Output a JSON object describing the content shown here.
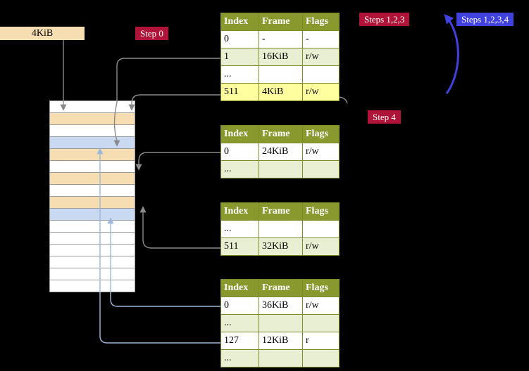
{
  "memory_label": {
    "text": "4KiB"
  },
  "badges": {
    "step0": {
      "label": "Step 0",
      "color": "#b01338"
    },
    "steps123": {
      "label": "Steps 1,2,3",
      "color": "#b01338"
    },
    "steps1234": {
      "label": "Steps 1,2,3,4",
      "color": "#4141e0"
    },
    "step4": {
      "label": "Step 4",
      "color": "#b01338"
    }
  },
  "tables": [
    {
      "id": "l4",
      "headers": [
        "Index",
        "Frame",
        "Flags"
      ],
      "rows": [
        {
          "cells": [
            "0",
            "-",
            "-"
          ],
          "bg": "white"
        },
        {
          "cells": [
            "1",
            "16KiB",
            "r/w"
          ],
          "bg": "green"
        },
        {
          "cells": [
            "...",
            "",
            ""
          ],
          "bg": "white"
        },
        {
          "cells": [
            "511",
            "4KiB",
            "r/w"
          ],
          "bg": "yellow"
        }
      ]
    },
    {
      "id": "l3",
      "headers": [
        "Index",
        "Frame",
        "Flags"
      ],
      "rows": [
        {
          "cells": [
            "0",
            "24KiB",
            "r/w"
          ],
          "bg": "white"
        },
        {
          "cells": [
            "...",
            "",
            ""
          ],
          "bg": "green"
        }
      ]
    },
    {
      "id": "l2",
      "headers": [
        "Index",
        "Frame",
        "Flags"
      ],
      "rows": [
        {
          "cells": [
            "...",
            "",
            ""
          ],
          "bg": "white"
        },
        {
          "cells": [
            "511",
            "32KiB",
            "r/w"
          ],
          "bg": "green"
        }
      ]
    },
    {
      "id": "l1",
      "headers": [
        "Index",
        "Frame",
        "Flags"
      ],
      "rows": [
        {
          "cells": [
            "0",
            "36KiB",
            "r/w"
          ],
          "bg": "white"
        },
        {
          "cells": [
            "...",
            "",
            ""
          ],
          "bg": "green"
        },
        {
          "cells": [
            "127",
            "12KiB",
            "r"
          ],
          "bg": "white"
        },
        {
          "cells": [
            "...",
            "",
            ""
          ],
          "bg": "green"
        }
      ]
    }
  ],
  "memory_stack": {
    "rows": [
      "white",
      "wheat",
      "white",
      "blue",
      "wheat",
      "white",
      "wheat",
      "white",
      "wheat",
      "blue",
      "white",
      "white",
      "white",
      "white",
      "white",
      "white"
    ]
  },
  "colors": {
    "background": "#000000",
    "wheat_row": "#f6ddb2",
    "blue_row": "#c9d9f1",
    "table_header": "#8a992e",
    "table_row_green": "#e9efd3",
    "highlight_yellow": "#ffffa0",
    "badge_red": "#b01338",
    "badge_blue": "#4141e0",
    "arrow_gray": "#8a8a8a",
    "arrow_light_blue": "#9db8dd",
    "arrow_royal_blue": "#4141e0"
  }
}
